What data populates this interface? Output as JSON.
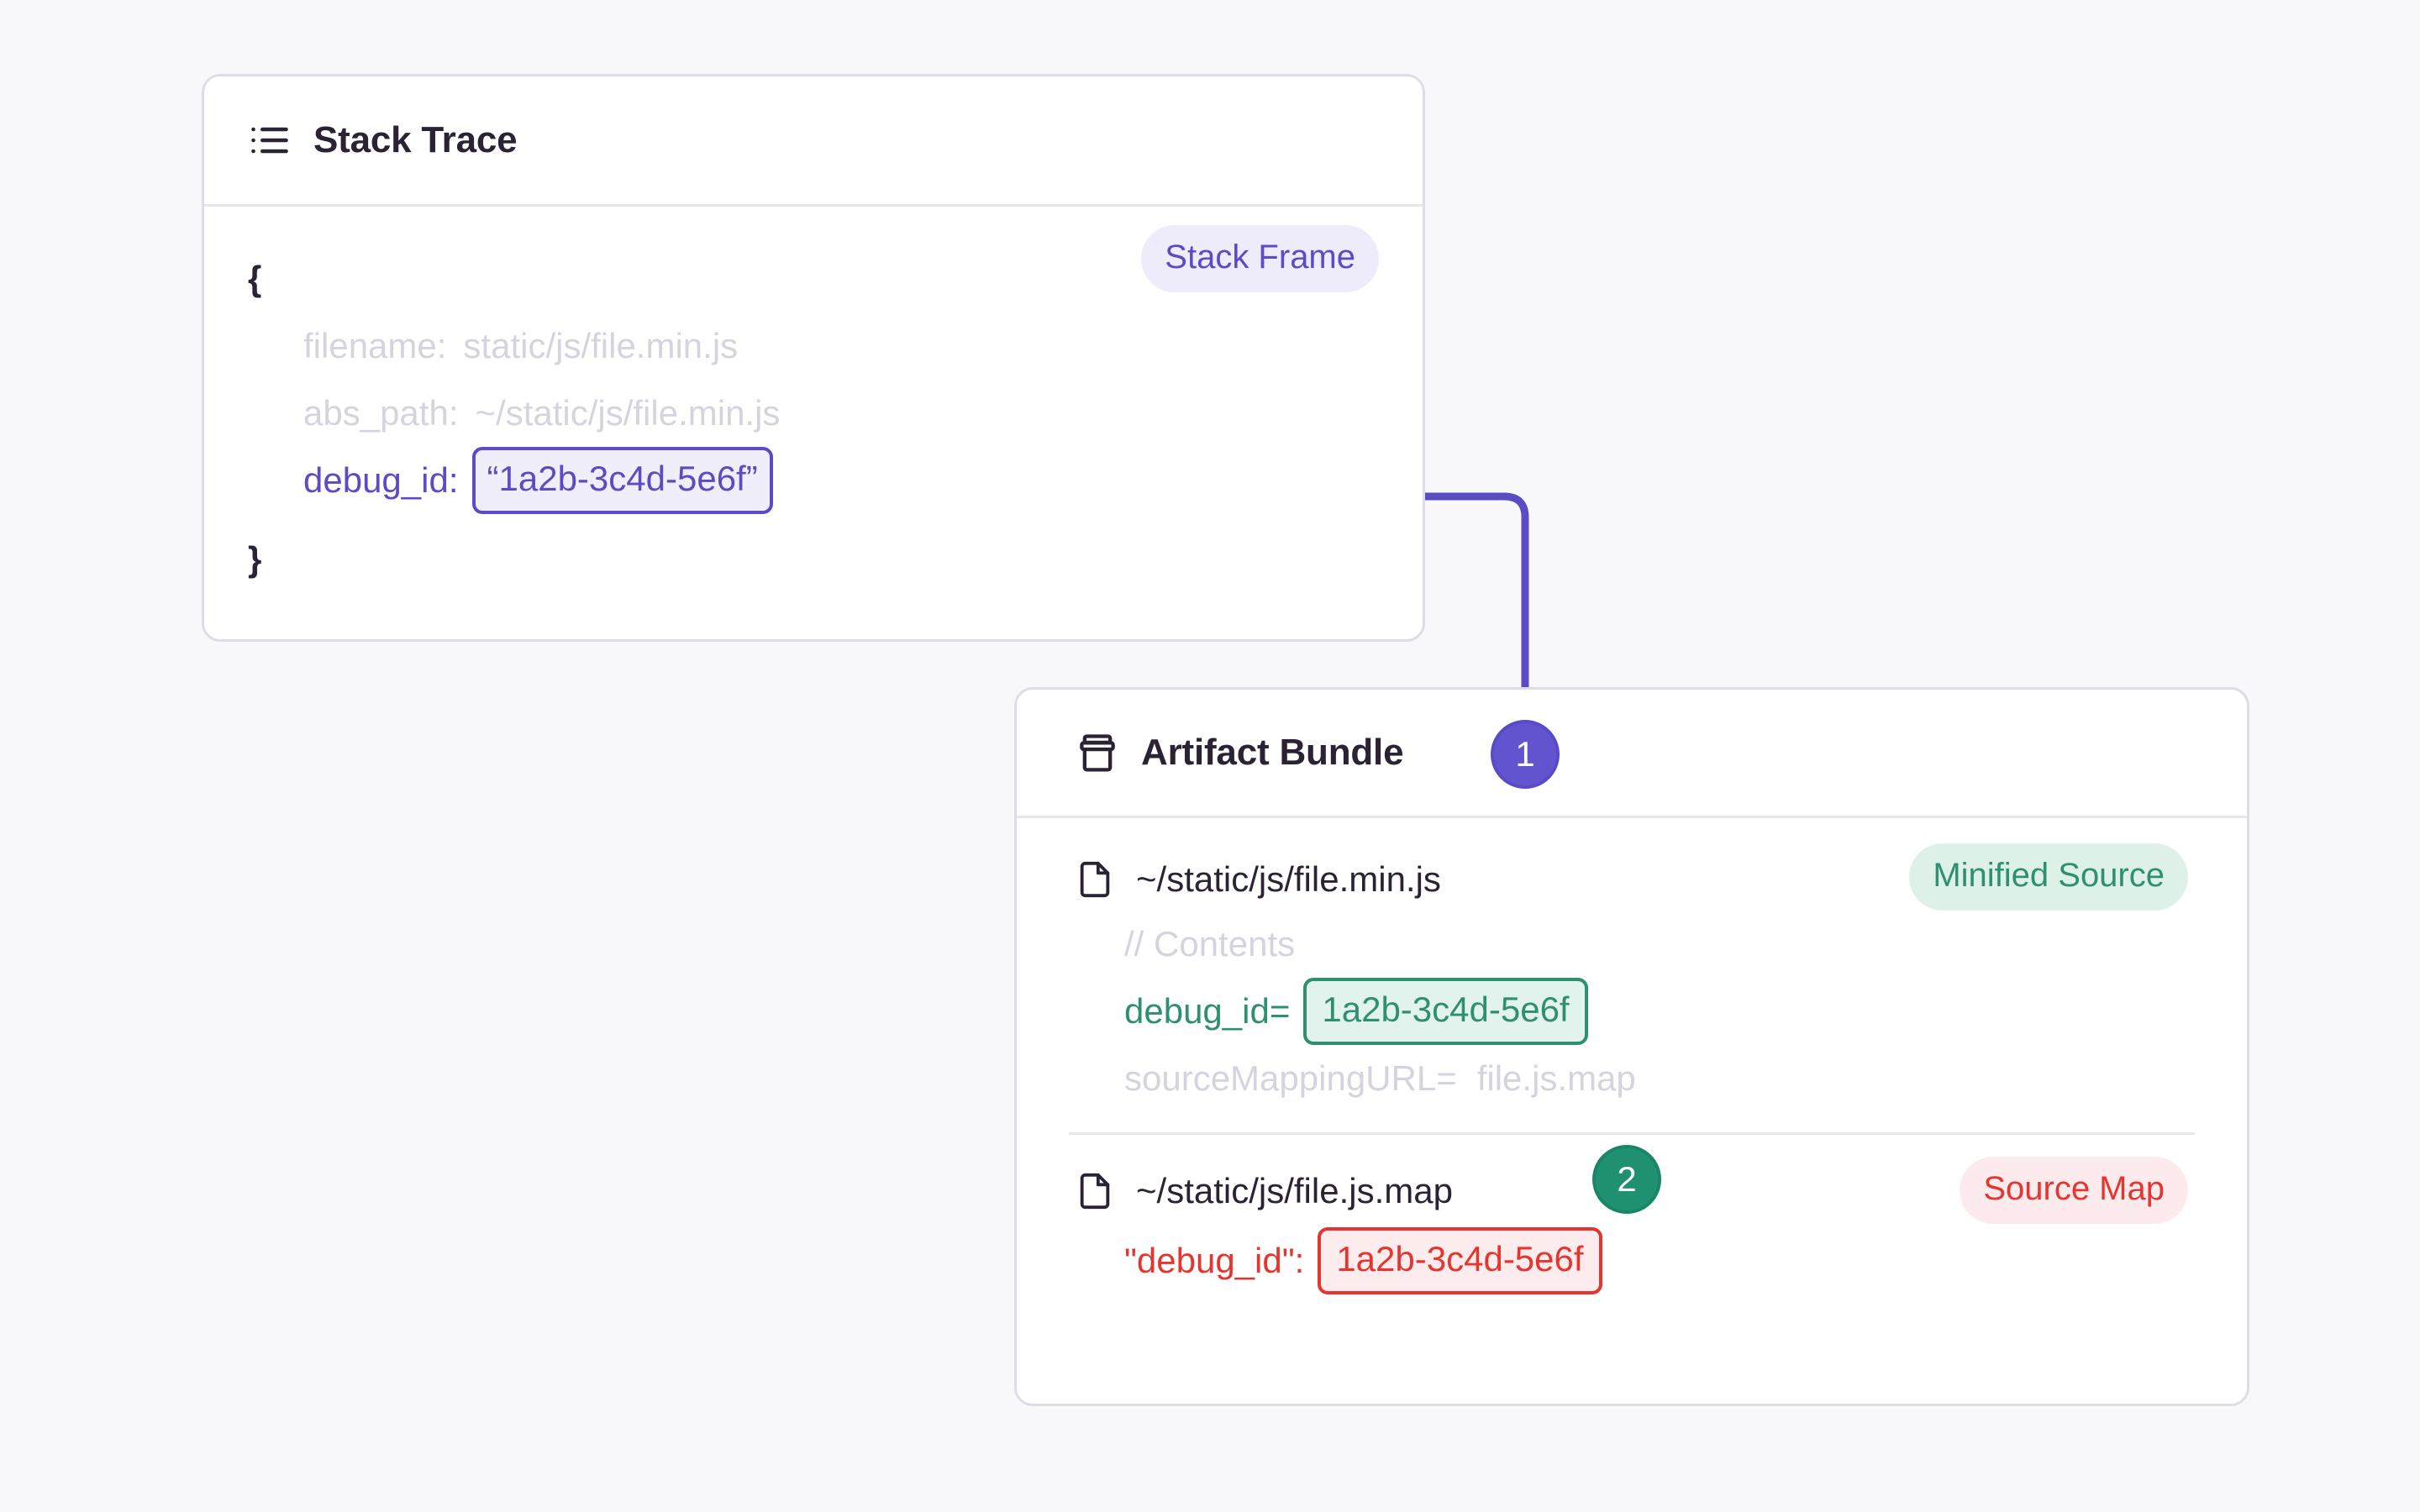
{
  "canvas": {
    "background": "#f8f8fb"
  },
  "colors": {
    "purple": "#5b4bc4",
    "purple_step": "#6254cf",
    "purple_tag_bg": "#eeebfa",
    "purple_chip_bg": "#f0eefb",
    "green": "#2e8f71",
    "green_step": "#1f9171",
    "green_tag_bg": "#ddf1e9",
    "green_chip_bg": "#e2f2ec",
    "red": "#e5352f",
    "red_tag_bg": "#fdeaec",
    "red_chip_bg": "#fdeced",
    "card_border": "#dedce7",
    "divider": "#e8e5ee",
    "muted_text": "#d6d3de",
    "dark_text": "#2b2233"
  },
  "stack_trace_card": {
    "icon": "list-icon",
    "title": "Stack Trace",
    "tag": {
      "label": "Stack Frame",
      "style": "purple"
    },
    "open_brace": "{",
    "close_brace": "}",
    "fields": [
      {
        "key": "filename:",
        "value": "static/js/file.min.js",
        "style": "muted"
      },
      {
        "key": "abs_path:",
        "value": "~/static/js/file.min.js",
        "style": "muted"
      },
      {
        "key": "debug_id:",
        "value": "“1a2b-3c4d-5e6f”",
        "style": "highlight-purple"
      }
    ]
  },
  "artifact_bundle_card": {
    "icon": "package-icon",
    "title": "Artifact Bundle",
    "files": [
      {
        "icon": "file-icon",
        "path": "~/static/js/file.min.js",
        "tag": {
          "label": "Minified Source",
          "style": "green"
        },
        "lines": [
          {
            "text": "// Contents",
            "style": "muted"
          },
          {
            "key": "debug_id=",
            "value": "1a2b-3c4d-5e6f",
            "style": "highlight-green"
          },
          {
            "key": "sourceMappingURL=",
            "value": "file.js.map",
            "style": "muted"
          }
        ]
      },
      {
        "icon": "file-icon",
        "path": "~/static/js/file.js.map",
        "tag": {
          "label": "Source Map",
          "style": "red"
        },
        "lines": [
          {
            "key": "\"debug_id\":",
            "value": "1a2b-3c4d-5e6f",
            "style": "highlight-red"
          }
        ]
      }
    ]
  },
  "steps": [
    {
      "number": "1",
      "style": "purple"
    },
    {
      "number": "2",
      "style": "green"
    }
  ],
  "connectors": [
    {
      "name": "stack-trace-to-minified-source",
      "from_color": "#5b4bc4",
      "to_color": "#2e8f71"
    },
    {
      "name": "minified-source-to-source-map",
      "from_color": "#2e8f71",
      "to_color": "#e5352f"
    }
  ]
}
